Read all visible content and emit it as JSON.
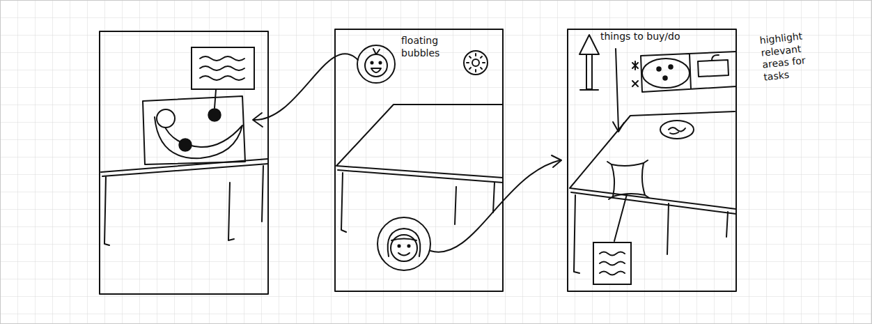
{
  "diagram": {
    "labels": [
      "floating bubbles",
      "things to buy/do",
      "highlight relevant areas for tasks"
    ]
  }
}
